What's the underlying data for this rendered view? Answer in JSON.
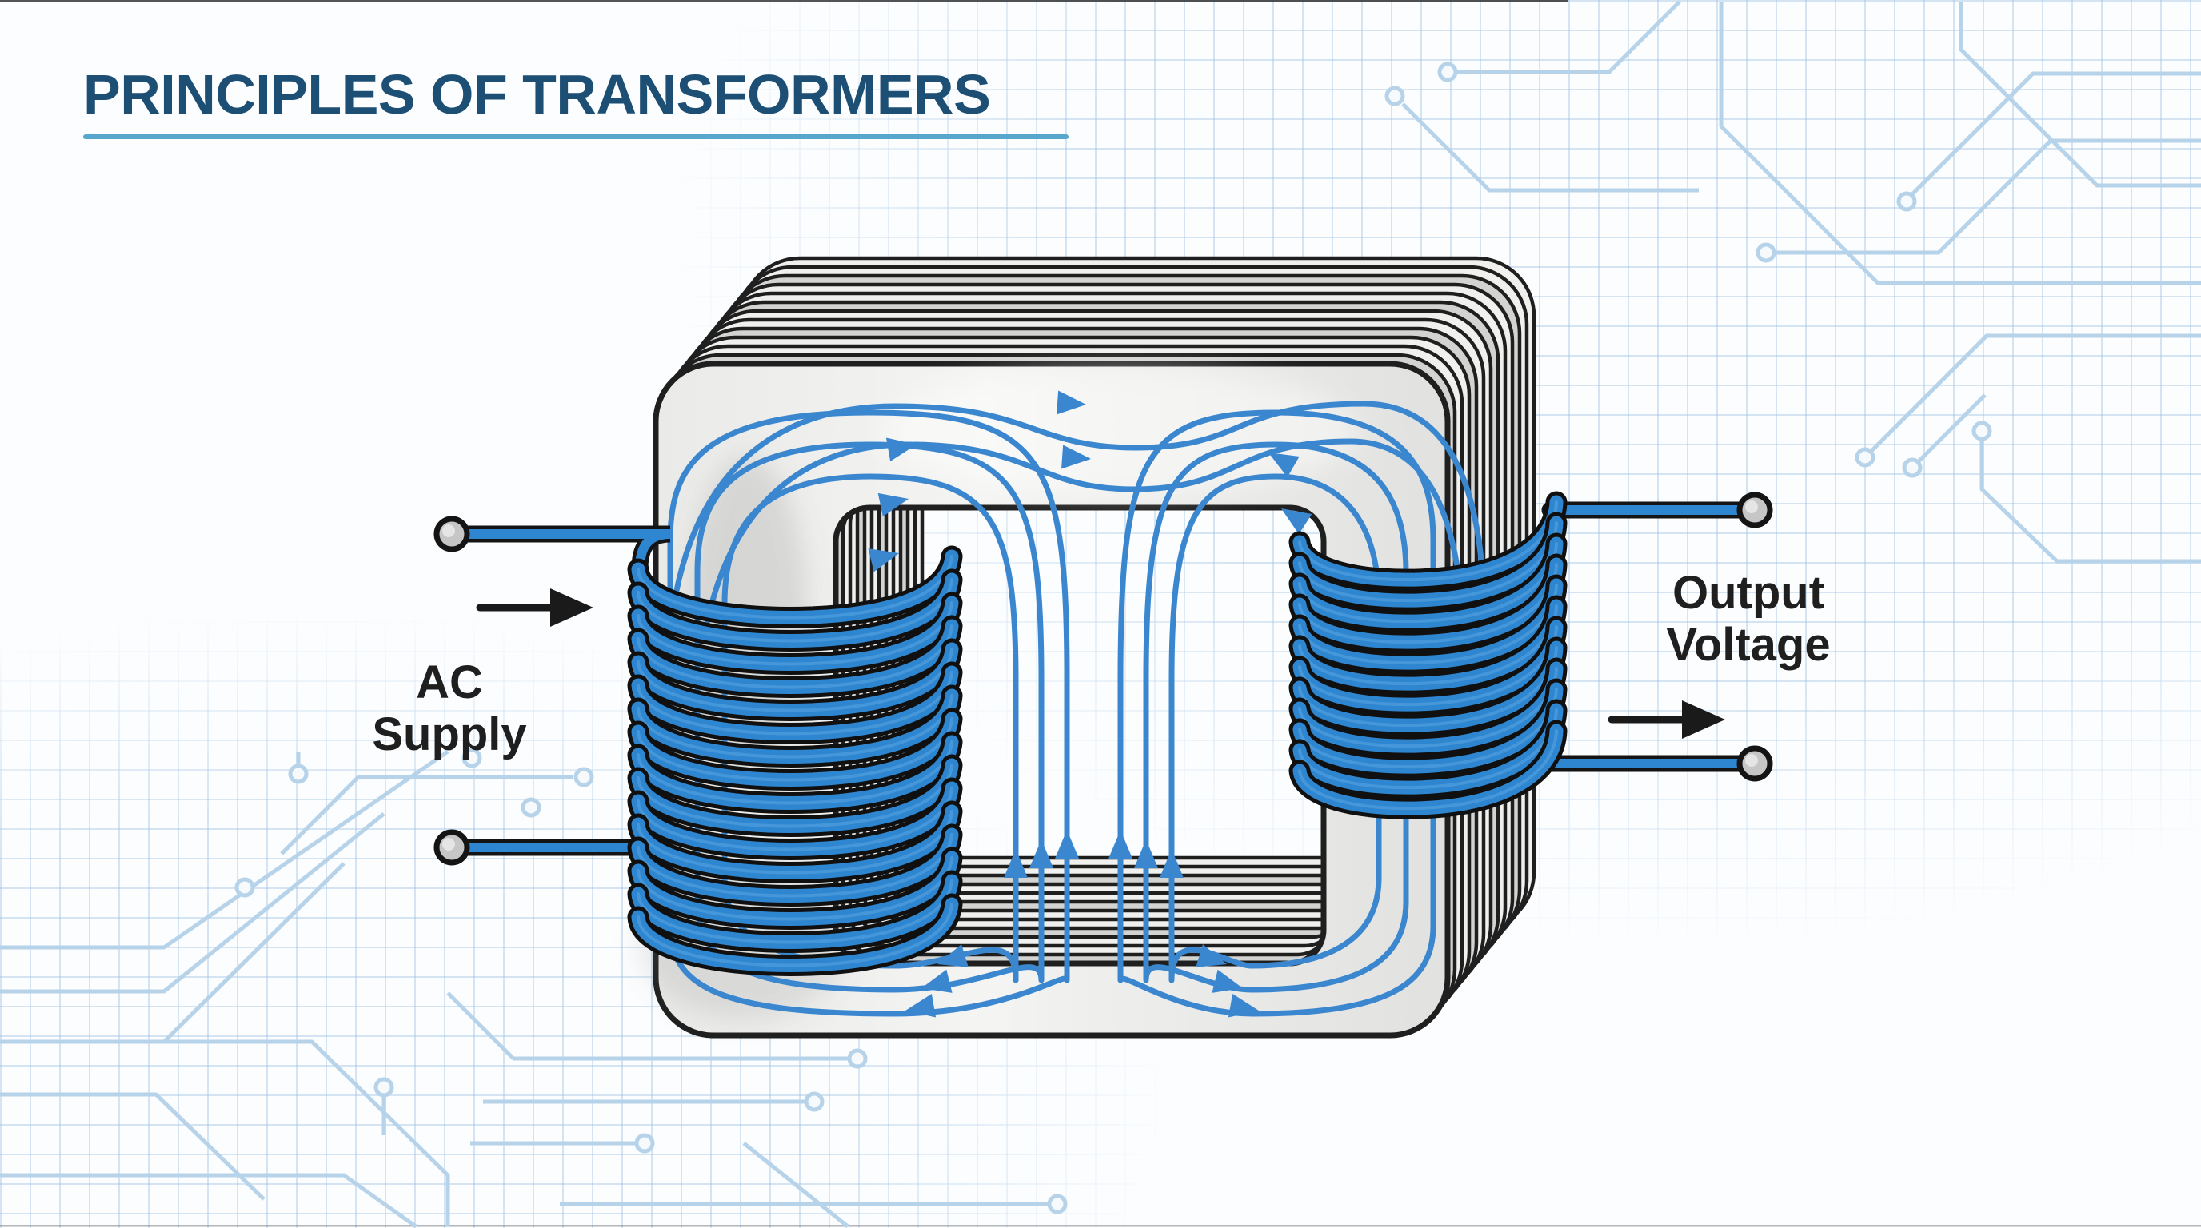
{
  "page": {
    "title": "PRINCIPLES OF TRANSFORMERS"
  },
  "labels": {
    "primary": {
      "line1": "AC",
      "line2": "Supply"
    },
    "secondary": {
      "line1": "Output",
      "line2": "Voltage"
    }
  },
  "colors": {
    "title_text": "#1d4e74",
    "title_underline": "#57a7cd",
    "coil": "#2e86d0",
    "coil_highlight": "#5aa6e0",
    "coil_outline": "#101010",
    "field_line": "#3b87cf",
    "wire": "#2e86d0",
    "wire_outline": "#141414",
    "label_text": "#1f1f1f",
    "direction_arrow": "#1a1a1a",
    "core_face": "#ededeb",
    "core_lamination_light": "#f0f0ee",
    "core_lamination_dark": "#d3d3d1",
    "core_outline": "#1f1f1f",
    "terminal_fill": "#c6c6c6",
    "circuit_trace": "#b7d3e9",
    "grid_line": "#cfe0ee"
  }
}
